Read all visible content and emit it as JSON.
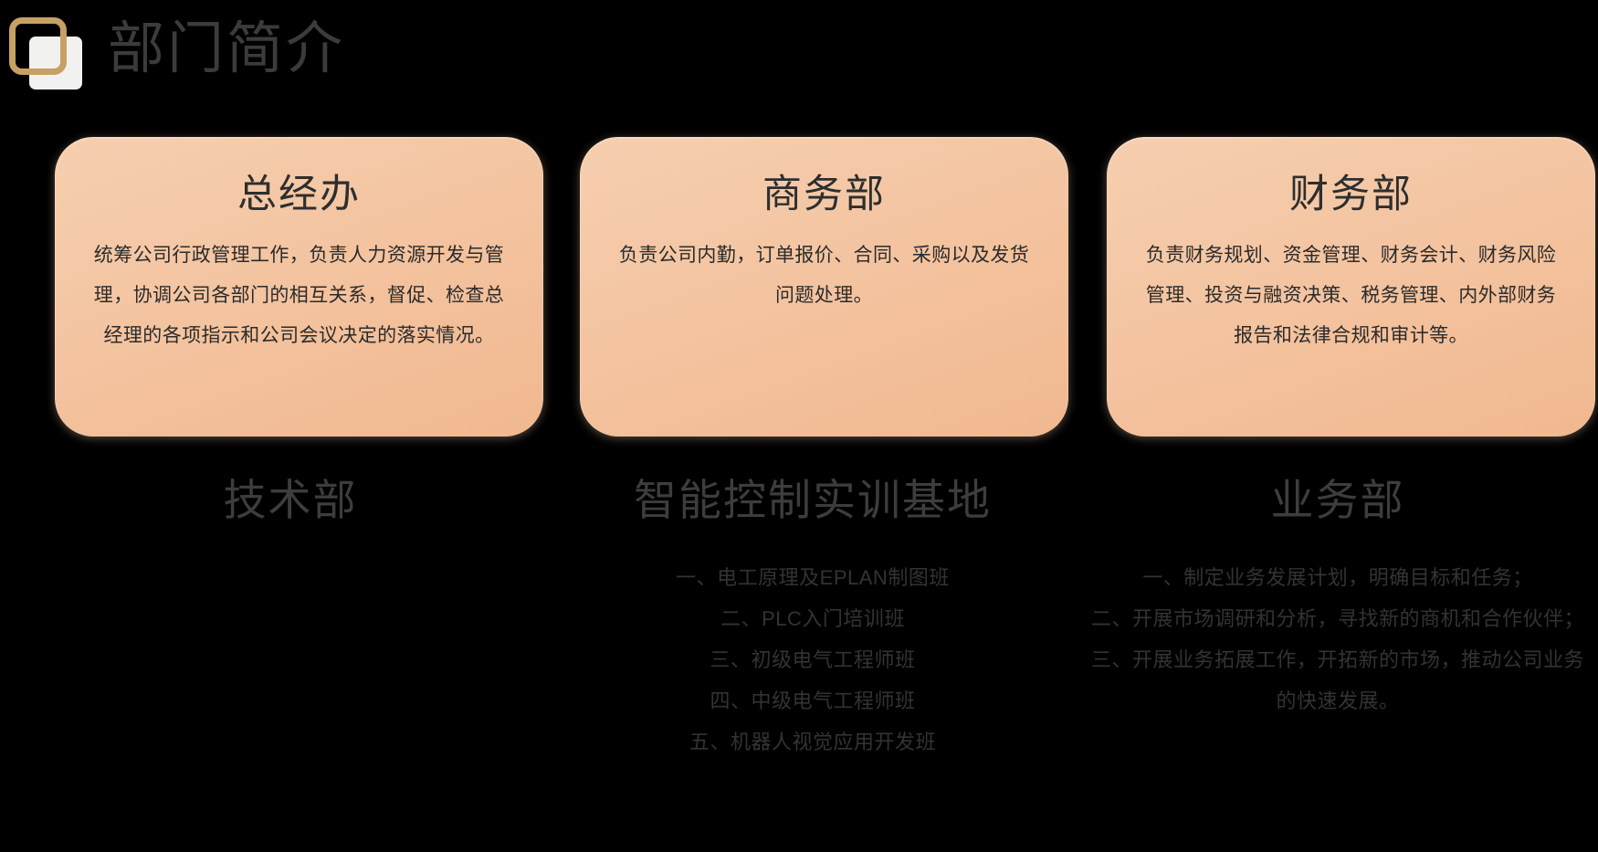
{
  "header": {
    "title": "部门简介",
    "logo": {
      "outline_color": "#C7A163",
      "fill_color": "#F1F1F0"
    }
  },
  "theme": {
    "background": "#000000",
    "card_gradient_top": "#F6CFB0",
    "card_gradient_bottom": "#F0B88F",
    "title_color": "#3b3b3b",
    "card_text_color": "#2b2b2b",
    "bottom_text_color": "#333333"
  },
  "cards": [
    {
      "title": "总经办",
      "body": "统筹公司行政管理工作，负责人力资源开发与管理，协调公司各部门的相互关系，督促、检查总经理的各项指示和公司会议决定的落实情况。"
    },
    {
      "title": "商务部",
      "body": "负责公司内勤，订单报价、合同、采购以及发货问题处理。"
    },
    {
      "title": "财务部",
      "body": "负责财务规划、资金管理、财务会计、财务风险管理、投资与融资决策、税务管理、内外部财务报告和法律合规和审计等。"
    }
  ],
  "bottom_columns": [
    {
      "heading": "技术部",
      "items": []
    },
    {
      "heading": "智能控制实训基地",
      "items": [
        "一、电工原理及EPLAN制图班",
        "二、PLC入门培训班",
        "三、初级电气工程师班",
        "四、中级电气工程师班",
        "五、机器人视觉应用开发班"
      ]
    },
    {
      "heading": "业务部",
      "items": [
        "一、制定业务发展计划，明确目标和任务；",
        "二、开展市场调研和分析，寻找新的商机和合作伙伴；",
        "三、开展业务拓展工作，开拓新的市场，推动公司业务的快速发展。"
      ]
    }
  ]
}
